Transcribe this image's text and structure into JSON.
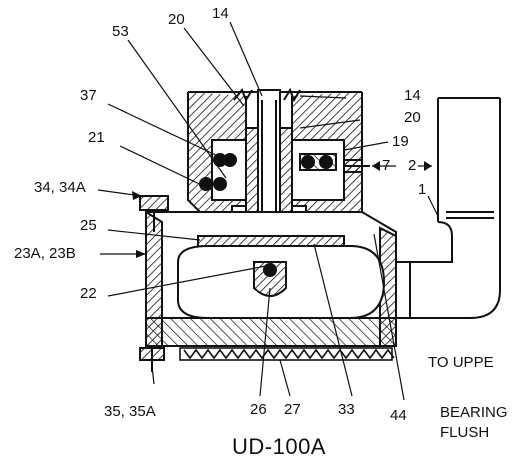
{
  "caption": "UD-100A",
  "callouts": {
    "c53": "53",
    "c20_top": "20",
    "c14_top": "14",
    "c37": "37",
    "c14_right": "14",
    "c20_right": "20",
    "c19": "19",
    "c7": "7",
    "c2": "2",
    "c1": "1",
    "c21": "21",
    "c34": "34, 34A",
    "c25": "25",
    "c23": "23A, 23B",
    "c22": "22",
    "c35": "35, 35A",
    "c26": "26",
    "c27": "27",
    "c33": "33",
    "c44": "44"
  },
  "notes": {
    "upper": "TO UPPE",
    "bearing": "BEARING",
    "flush": "FLUSH"
  }
}
